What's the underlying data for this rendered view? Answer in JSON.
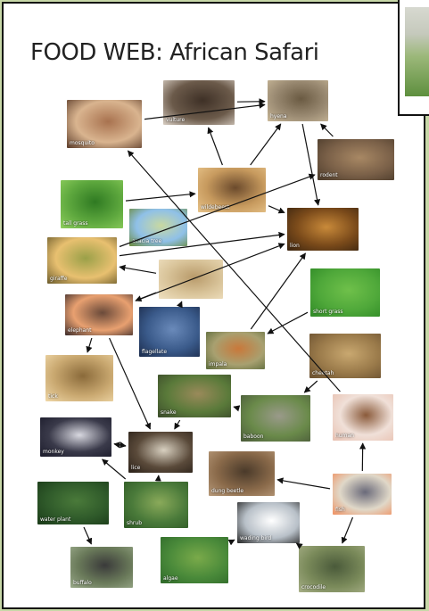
{
  "title": "FOOD WEB: African Safari",
  "organisms": {
    "mosquito": {
      "label": "mosquito",
      "colors": [
        "#d9b48f",
        "#a8724f",
        "#5a3a28"
      ]
    },
    "vulture": {
      "label": "vulture",
      "colors": [
        "#6b5a4a",
        "#3e3026",
        "#d9cfc4"
      ]
    },
    "hyena": {
      "label": "hyena",
      "colors": [
        "#9a8a72",
        "#6a5a42",
        "#c9b899"
      ]
    },
    "rodent": {
      "label": "rodent",
      "colors": [
        "#7a6048",
        "#a88864",
        "#4a3a2a"
      ]
    },
    "tall_grass": {
      "label": "tall grass",
      "colors": [
        "#5ea83e",
        "#2f7a22",
        "#8fcf5e"
      ]
    },
    "wildebeest": {
      "label": "wildebeest",
      "colors": [
        "#c79a5e",
        "#6b4a2c",
        "#e8c48a"
      ]
    },
    "acacia_tree": {
      "label": "acacia tree",
      "colors": [
        "#8fc0e8",
        "#c9d9a0",
        "#6a8a3a"
      ]
    },
    "lion": {
      "label": "lion",
      "colors": [
        "#7a4a1a",
        "#c98a3a",
        "#3a2410"
      ]
    },
    "giraffe": {
      "label": "giraffe",
      "colors": [
        "#e8c070",
        "#9aa048",
        "#6a5a2a"
      ]
    },
    "seeds": {
      "label": "",
      "colors": [
        "#d9c49a",
        "#b89a6a",
        "#efe0c0"
      ]
    },
    "short_grass": {
      "label": "short grass",
      "colors": [
        "#4fa83a",
        "#6fc04a",
        "#2f8a26"
      ]
    },
    "elephant": {
      "label": "elephant",
      "colors": [
        "#e8a070",
        "#6a4a3a",
        "#3a2a2a"
      ]
    },
    "flagellate": {
      "label": "flagellate",
      "colors": [
        "#3a5a8a",
        "#6a8aba",
        "#1a2a4a"
      ]
    },
    "impala": {
      "label": "impala",
      "colors": [
        "#a8a070",
        "#c9783a",
        "#5a6a3a"
      ]
    },
    "cheetah": {
      "label": "cheetah",
      "colors": [
        "#9a7a4a",
        "#c9a870",
        "#6a5030"
      ]
    },
    "tick": {
      "label": "tick",
      "colors": [
        "#c9a870",
        "#8a6a3a",
        "#f0d8a8"
      ]
    },
    "snake": {
      "label": "snake",
      "colors": [
        "#5a7a3a",
        "#9a8a5a",
        "#3a4a2a"
      ]
    },
    "baboon": {
      "label": "baboon",
      "colors": [
        "#6a8a4a",
        "#9a9a8a",
        "#4a5a3a"
      ]
    },
    "human": {
      "label": "human",
      "colors": [
        "#f0e0d8",
        "#8a5a3a",
        "#e8c0b0"
      ]
    },
    "monkey": {
      "label": "monkey",
      "colors": [
        "#3a3a4a",
        "#d8d8e0",
        "#1a1a2a"
      ]
    },
    "lice": {
      "label": "lice",
      "colors": [
        "#5a4a3a",
        "#d8d0c0",
        "#2a2018"
      ]
    },
    "dung_beetle": {
      "label": "dung beetle",
      "colors": [
        "#8a6a4a",
        "#4a3a2a",
        "#b89a7a"
      ]
    },
    "fish": {
      "label": "fish",
      "colors": [
        "#e0d8c8",
        "#6a6a7a",
        "#f09060"
      ]
    },
    "water_plant": {
      "label": "water plant",
      "colors": [
        "#2f5a2a",
        "#4a7a3a",
        "#1a3a18"
      ]
    },
    "shrub": {
      "label": "shrub",
      "colors": [
        "#4a7a3a",
        "#8aaa5a",
        "#2f5a26"
      ]
    },
    "bird": {
      "label": "wading bird",
      "colors": [
        "#b8c0c8",
        "#ffffff",
        "#222222"
      ]
    },
    "buffalo": {
      "label": "buffalo",
      "colors": [
        "#6a7a5a",
        "#3a3a3a",
        "#9aaa8a"
      ]
    },
    "algae": {
      "label": "algae",
      "colors": [
        "#4a8a3a",
        "#7aaa4a",
        "#2f6a2a"
      ]
    },
    "crocodile": {
      "label": "crocodile",
      "colors": [
        "#7a8a5a",
        "#4a5a3a",
        "#a8b088"
      ]
    }
  },
  "arrows": [
    [
      "mosquito",
      "hyena"
    ],
    [
      "vulture",
      "hyena"
    ],
    [
      "rodent",
      "hyena"
    ],
    [
      "wildebeest",
      "vulture"
    ],
    [
      "wildebeest",
      "hyena"
    ],
    [
      "tall_grass",
      "wildebeest"
    ],
    [
      "wildebeest",
      "lion"
    ],
    [
      "hyena",
      "lion"
    ],
    [
      "giraffe",
      "rodent"
    ],
    [
      "giraffe",
      "lion"
    ],
    [
      "elephant",
      "lion"
    ],
    [
      "seeds",
      "giraffe"
    ],
    [
      "seeds",
      "elephant"
    ],
    [
      "flagellate",
      "seeds"
    ],
    [
      "impala",
      "lion"
    ],
    [
      "short_grass",
      "impala"
    ],
    [
      "elephant",
      "tick"
    ],
    [
      "elephant",
      "lice"
    ],
    [
      "cheetah",
      "baboon"
    ],
    [
      "baboon",
      "snake"
    ],
    [
      "snake",
      "lice"
    ],
    [
      "monkey",
      "lice"
    ],
    [
      "lice",
      "monkey"
    ],
    [
      "shrub",
      "lice"
    ],
    [
      "fish",
      "dung_beetle"
    ],
    [
      "fish",
      "human"
    ],
    [
      "fish",
      "crocodile"
    ],
    [
      "water_plant",
      "buffalo"
    ],
    [
      "algae",
      "bird"
    ],
    [
      "bird",
      "crocodile"
    ],
    [
      "shrub",
      "monkey"
    ],
    [
      "human",
      "mosquito"
    ]
  ]
}
